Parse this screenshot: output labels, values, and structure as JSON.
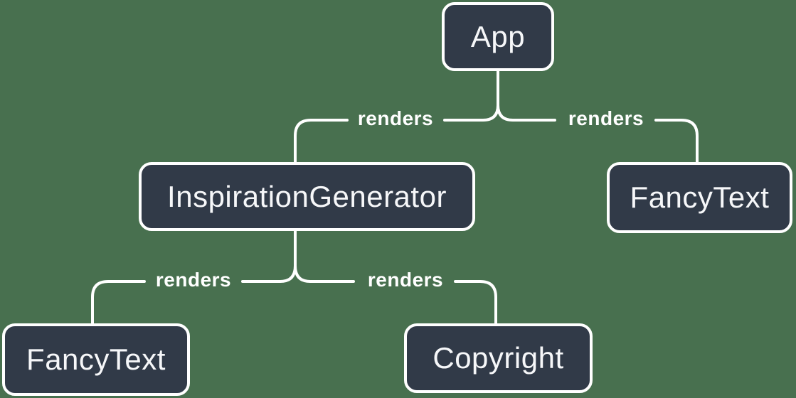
{
  "diagram": {
    "type": "component-render-tree",
    "colors": {
      "background": "#48704F",
      "node_fill": "#313A48",
      "node_border": "#FFFFFF",
      "node_text": "#F6F7F9",
      "edge_line": "#FFFFFF",
      "edge_label_text": "#FFFFFF"
    },
    "nodes": [
      {
        "id": "app",
        "label": "App"
      },
      {
        "id": "inspiration-generator",
        "label": "InspirationGenerator"
      },
      {
        "id": "fancy-text-top",
        "label": "FancyText"
      },
      {
        "id": "fancy-text-bottom",
        "label": "FancyText"
      },
      {
        "id": "copyright",
        "label": "Copyright"
      }
    ],
    "edges": [
      {
        "from": "App",
        "to": "InspirationGenerator",
        "label": "renders"
      },
      {
        "from": "App",
        "to": "FancyText",
        "label": "renders"
      },
      {
        "from": "InspirationGenerator",
        "to": "FancyText",
        "label": "renders"
      },
      {
        "from": "InspirationGenerator",
        "to": "Copyright",
        "label": "renders"
      }
    ]
  }
}
